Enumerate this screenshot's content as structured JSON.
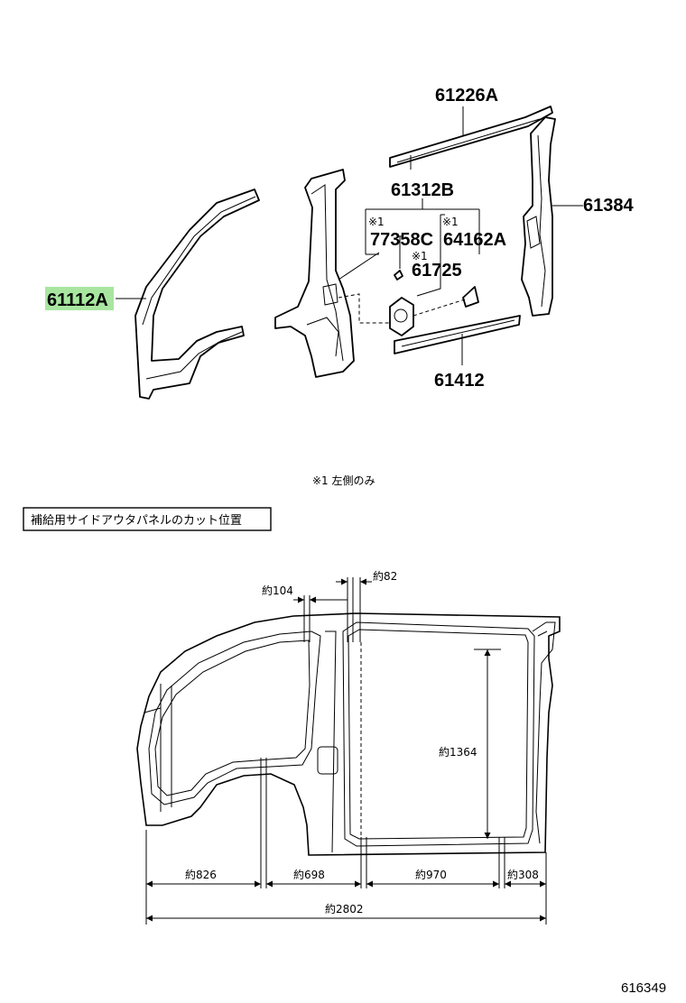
{
  "parts": {
    "p61226A": "61226A",
    "p61312B": "61312B",
    "p61384": "61384",
    "p61112A": "61112A",
    "p77358C": "77358C",
    "p64162A": "64162A",
    "p61725": "61725",
    "p61412": "61412"
  },
  "marks": {
    "m1a": "※1",
    "m1b": "※1",
    "m1c": "※1"
  },
  "footnote": "※1 左側のみ",
  "boxed_title": "補給用サイドアウタパネルのカット位置",
  "dimensions": {
    "d104": "約104",
    "d82": "約82",
    "d1364": "約1364",
    "d826": "約826",
    "d698": "約698",
    "d970": "約970",
    "d308": "約308",
    "d2802": "約2802"
  },
  "drawing_number": "616349",
  "colors": {
    "highlight": "#a8e6a0"
  }
}
